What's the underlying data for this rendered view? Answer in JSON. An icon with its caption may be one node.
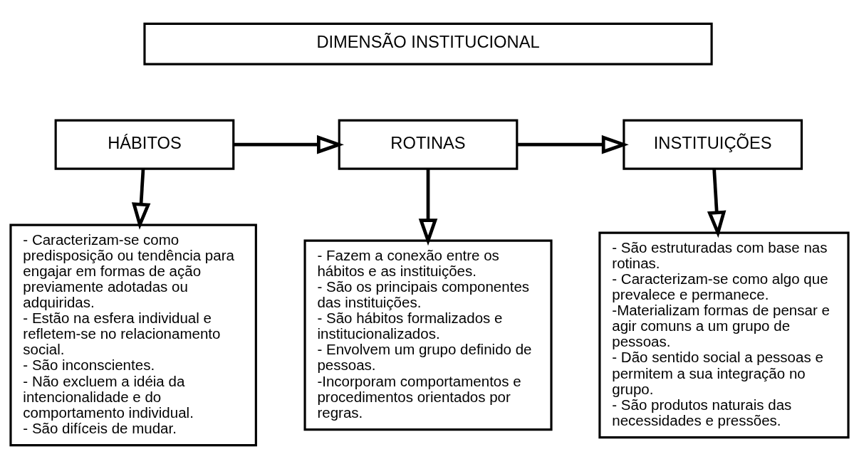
{
  "diagram": {
    "nodes": [
      {
        "text": [
          "DIMENSÃO INSTITUCIONAL"
        ]
      },
      {
        "text": [
          "HÁBITOS"
        ]
      },
      {
        "text": [
          "ROTINAS"
        ]
      },
      {
        "text": [
          "INSTITUIÇÕES"
        ]
      },
      {
        "text": [
          "- Caracterizam-se como predisposição ou tendência para engajar em formas de ação previamente adotadas ou adquiridas.",
          "- Estão na esfera individual e refletem-se no relacionamento social.",
          "- São inconscientes.",
          "- Não excluem a idéia da intencionalidade e do comportamento individual.",
          "- São difíceis de mudar."
        ]
      },
      {
        "text": [
          "- Fazem a conexão entre os hábitos e as instituições.",
          "- São os principais componentes das instituições.",
          "- São hábitos formalizados e institucionalizados.",
          "- Envolvem um grupo definido de pessoas.",
          "-Incorporam comportamentos e procedimentos orientados por regras."
        ]
      },
      {
        "text": [
          "- São estruturadas com base nas rotinas.",
          "- Caracterizam-se como algo que prevalece e permanece.",
          "-Materializam formas de pensar e agir comuns a um grupo de pessoas.",
          "- Dão sentido social a pessoas e permitem a sua integração no grupo.",
          "- São produtos naturais das necessidades e pressões."
        ]
      }
    ],
    "edges": [
      {
        "from": 1,
        "to": 2,
        "arrow": "to"
      },
      {
        "from": 2,
        "to": 3,
        "arrow": "to"
      },
      {
        "from": 1,
        "to": 4,
        "arrow": "to"
      },
      {
        "from": 2,
        "to": 5,
        "arrow": "to"
      },
      {
        "from": 3,
        "to": 6,
        "arrow": "to"
      }
    ]
  }
}
